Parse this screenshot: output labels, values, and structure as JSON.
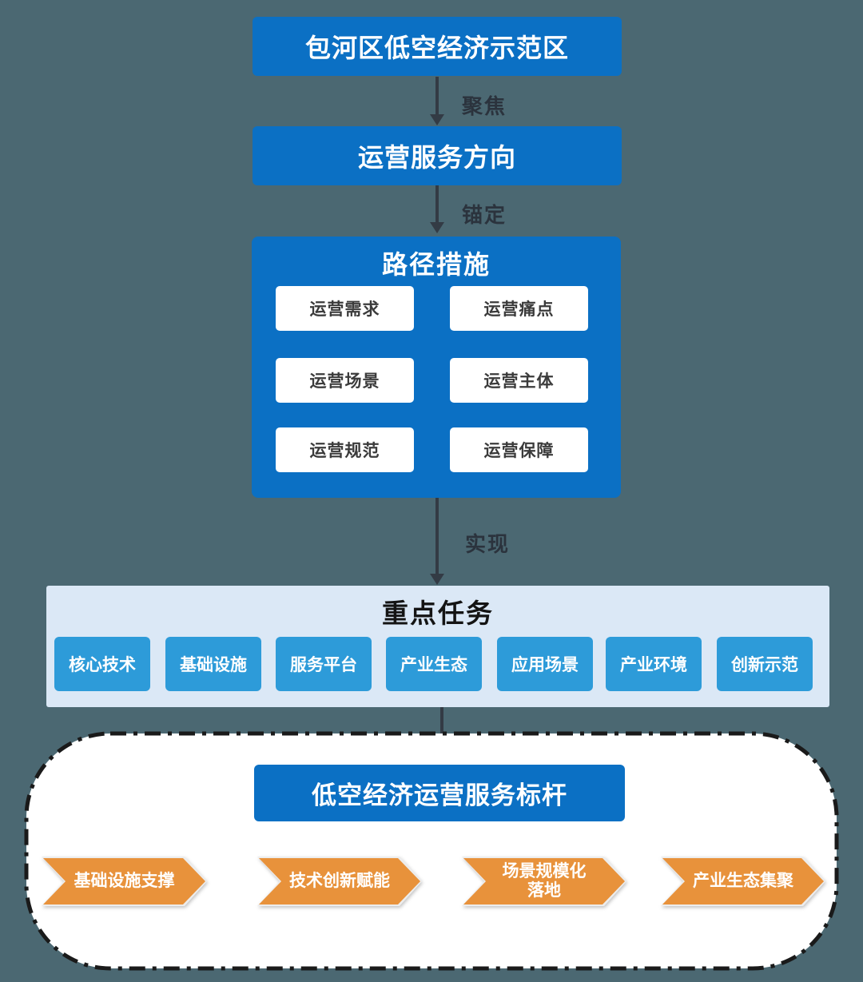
{
  "colors": {
    "background": "#4B6872",
    "primary_blue": "#0B70C4",
    "task_blue": "#2D9BD9",
    "band_background": "#DBE8F6",
    "pillar_orange": "#E8923B",
    "arrow_dark": "#333B45"
  },
  "flow": {
    "top_label": "包河区低空经济示范区",
    "focus_label": "聚焦",
    "direction_label": "运营服务方向",
    "anchor_label": "锚定",
    "realize_label": "实现"
  },
  "path_measures": {
    "title": "路径措施",
    "items": [
      "运营需求",
      "运营痛点",
      "运营场景",
      "运营主体",
      "运营规范",
      "运营保障"
    ]
  },
  "key_tasks": {
    "title": "重点任务",
    "items": [
      "核心技术",
      "基础设施",
      "服务平台",
      "产业生态",
      "应用场景",
      "产业环境",
      "创新示范"
    ]
  },
  "benchmark": {
    "title": "低空经济运营服务标杆",
    "pillars": [
      "基础设施支撑",
      "技术创新赋能",
      "场景规模化落地",
      "产业生态集聚"
    ]
  }
}
